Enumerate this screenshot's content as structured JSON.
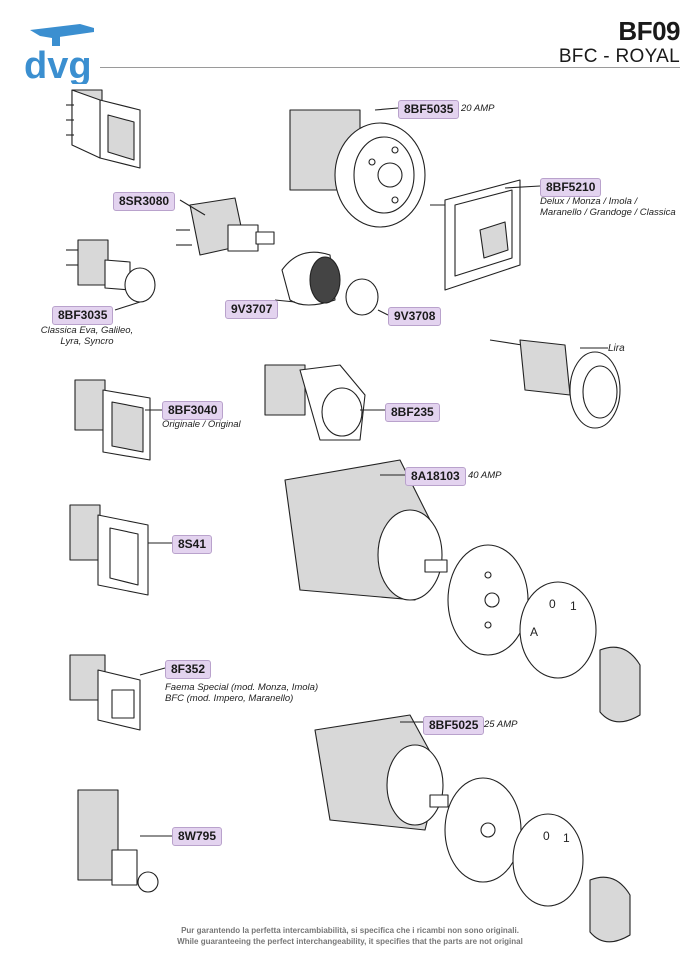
{
  "header": {
    "logo_text": "dvg",
    "code": "BF09",
    "model": "BFC - ROYAL",
    "accent_color": "#3b8fd0"
  },
  "parts": [
    {
      "code": "8BF5035",
      "amp": "20 AMP"
    },
    {
      "code": "8BF5210",
      "note_lines": [
        "Delux / Monza / Imola /",
        "Maranello / Grandoge / Classica"
      ]
    },
    {
      "code": "8SR3080"
    },
    {
      "code": "8BF3035",
      "note_lines": [
        "Classica Eva, Galileo,",
        "Lyra, Syncro"
      ]
    },
    {
      "code": "9V3707"
    },
    {
      "code": "9V3708"
    },
    {
      "code": "Lira",
      "is_plain_label": true
    },
    {
      "code": "8BF3040",
      "note_lines": [
        "Originale / Original"
      ]
    },
    {
      "code": "8BF235"
    },
    {
      "code": "8A18103",
      "amp": "40 AMP"
    },
    {
      "code": "8S41"
    },
    {
      "code": "8F352",
      "note_lines": [
        "Faema Special (mod. Monza, Imola)",
        "BFC (mod. Impero, Maranello)"
      ]
    },
    {
      "code": "8BF5025",
      "amp": "25 AMP"
    },
    {
      "code": "8W795"
    }
  ],
  "dial_markings": {
    "large": [
      "A",
      "0",
      "1"
    ],
    "small": [
      "0",
      "1"
    ]
  },
  "footer": {
    "line_it": "Pur garantendo la perfetta intercambiabilità, si specifica che i ricambi non sono originali.",
    "line_en": "While guaranteeing the perfect interchangeability, it specifies that the parts are not original"
  }
}
